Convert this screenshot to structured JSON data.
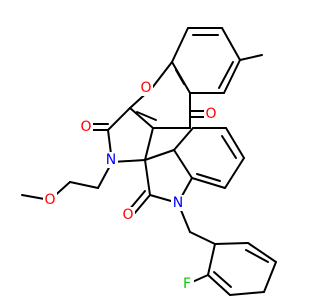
{
  "colors": {
    "bond": "#000000",
    "O": "#ff0000",
    "N": "#0000ff",
    "F": "#00cc00",
    "background": "#ffffff"
  },
  "atoms": [
    {
      "id": "O_ring",
      "symbol": "O"
    },
    {
      "id": "O_ketone",
      "symbol": "O"
    },
    {
      "id": "O_lactam_top",
      "symbol": "O"
    },
    {
      "id": "N_pyrrolidinone",
      "symbol": "N"
    },
    {
      "id": "O_methoxy",
      "symbol": "O"
    },
    {
      "id": "O_oxindole",
      "symbol": "O"
    },
    {
      "id": "N_oxindole",
      "symbol": "N"
    },
    {
      "id": "F_aryl",
      "symbol": "F"
    }
  ]
}
